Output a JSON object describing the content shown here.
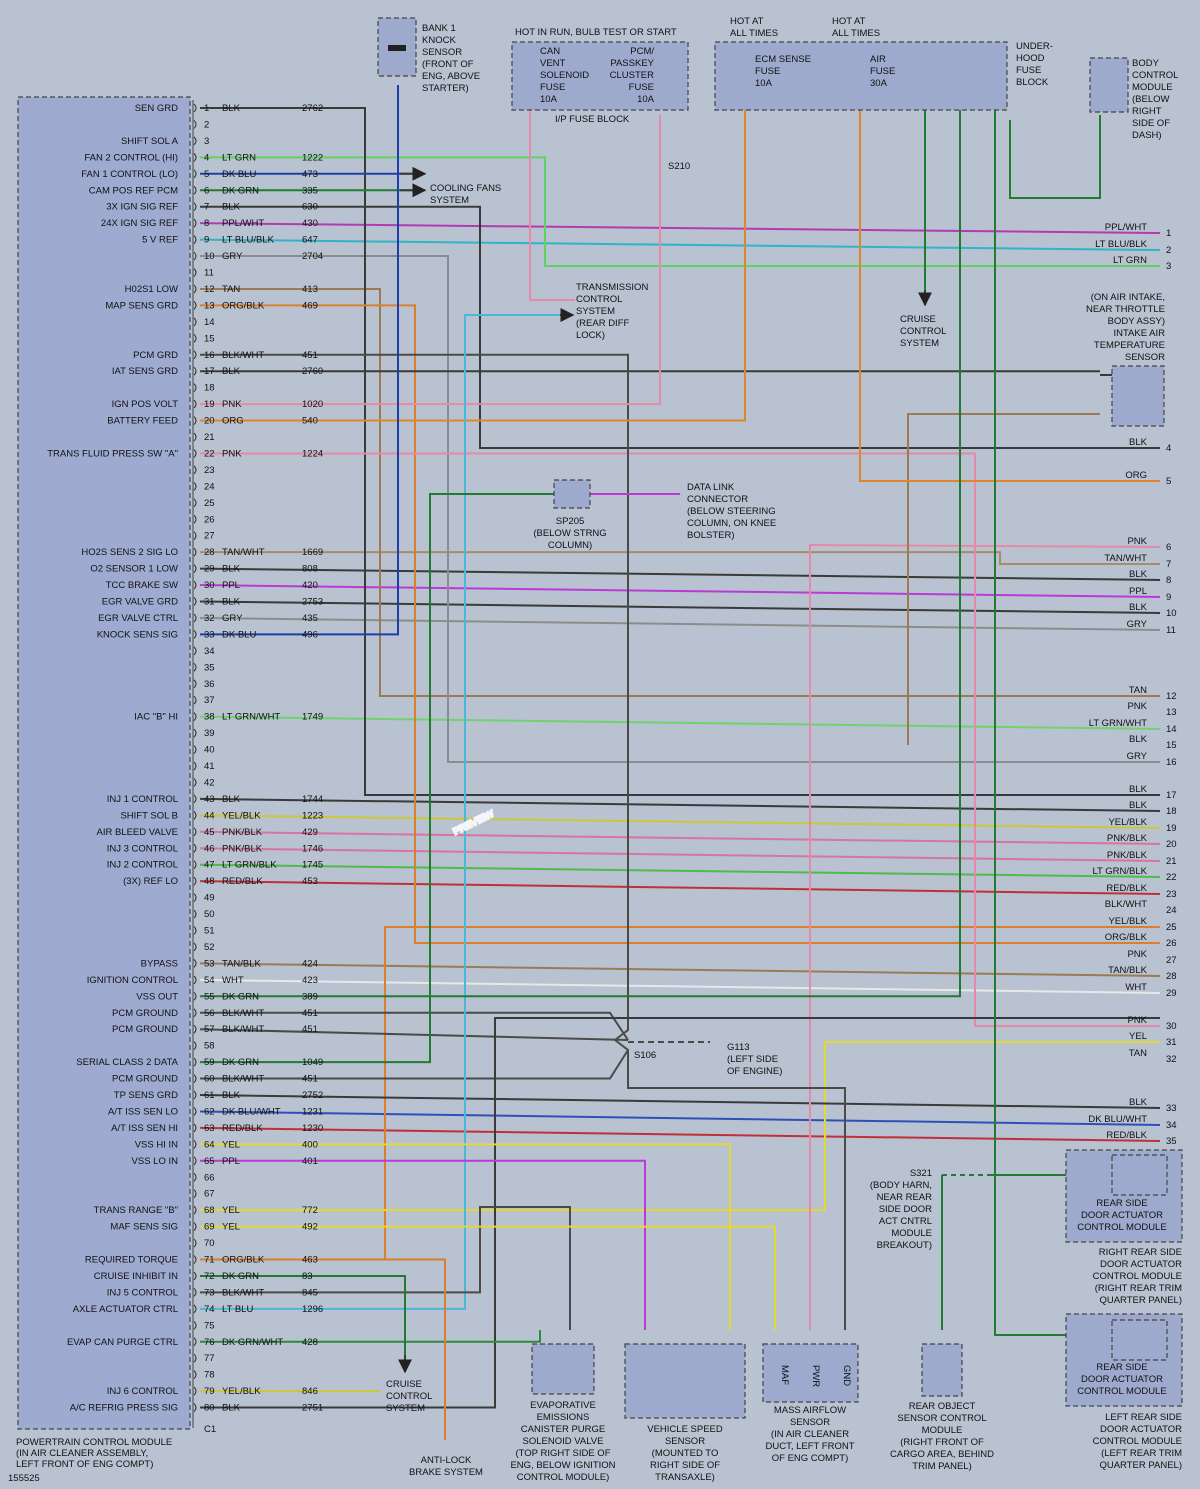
{
  "colors": {
    "BLK": "#3a3a3a",
    "LT GRN": "#5fd35f",
    "DK BLU": "#1f3fa8",
    "DK GRN": "#237a32",
    "PPL/WHT": "#b13bb1",
    "LT BLU/BLK": "#31b3c8",
    "GRY": "#8c8c8c",
    "TAN": "#9c7a54",
    "ORG/BLK": "#d97f2d",
    "BLK/WHT": "#4a4a4a",
    "PNK": "#e58aa9",
    "ORG": "#e0852a",
    "TAN/WHT": "#a78b6b",
    "PPL": "#b93bd6",
    "LT GRN/WHT": "#6fd36f",
    "YEL/BLK": "#cbc73a",
    "PNK/BLK": "#d874a0",
    "LT GRN/BLK": "#4cbc4c",
    "RED/BLK": "#c0303a",
    "TAN/BLK": "#9c7a54",
    "WHT": "#e8e8e8",
    "DK BLU/WHT": "#2f4fb8",
    "YEL": "#e2da32",
    "LT BLU": "#4ab8d8",
    "DK GRN/WHT": "#2e8a3e"
  },
  "pcm": {
    "title_lines": [
      "POWERTRAIN CONTROL MODULE",
      "(IN AIR CLEANER ASSEMBLY,",
      "LEFT FRONT OF ENG COMPT)"
    ],
    "connector": "C1",
    "doc_id": "155525",
    "pins": [
      {
        "n": "1",
        "label": "SEN GRD",
        "color": "BLK",
        "circ": "2762"
      },
      {
        "n": "2",
        "label": "",
        "color": "",
        "circ": ""
      },
      {
        "n": "3",
        "label": "SHIFT SOL A",
        "color": "",
        "circ": ""
      },
      {
        "n": "4",
        "label": "FAN 2 CONTROL (HI)",
        "color": "LT GRN",
        "circ": "1222"
      },
      {
        "n": "5",
        "label": "FAN 1 CONTROL (LO)",
        "color": "DK BLU",
        "circ": "473"
      },
      {
        "n": "6",
        "label": "CAM POS REF PCM",
        "color": "DK GRN",
        "circ": "335"
      },
      {
        "n": "7",
        "label": "3X IGN SIG REF",
        "color": "BLK",
        "circ": "630"
      },
      {
        "n": "8",
        "label": "24X IGN SIG REF",
        "color": "PPL/WHT",
        "circ": "430"
      },
      {
        "n": "9",
        "label": "5 V REF",
        "color": "LT BLU/BLK",
        "circ": "647"
      },
      {
        "n": "10",
        "label": "",
        "color": "GRY",
        "circ": "2704"
      },
      {
        "n": "11",
        "label": "",
        "color": "",
        "circ": ""
      },
      {
        "n": "12",
        "label": "H02S1 LOW",
        "color": "TAN",
        "circ": "413"
      },
      {
        "n": "13",
        "label": "MAP SENS GRD",
        "color": "ORG/BLK",
        "circ": "469"
      },
      {
        "n": "14",
        "label": "",
        "color": "",
        "circ": ""
      },
      {
        "n": "15",
        "label": "",
        "color": "",
        "circ": ""
      },
      {
        "n": "16",
        "label": "PCM GRD",
        "color": "BLK/WHT",
        "circ": "451"
      },
      {
        "n": "17",
        "label": "IAT SENS GRD",
        "color": "BLK",
        "circ": "2760"
      },
      {
        "n": "18",
        "label": "",
        "color": "",
        "circ": ""
      },
      {
        "n": "19",
        "label": "IGN POS VOLT",
        "color": "PNK",
        "circ": "1020"
      },
      {
        "n": "20",
        "label": "BATTERY FEED",
        "color": "ORG",
        "circ": "540"
      },
      {
        "n": "21",
        "label": "",
        "color": "",
        "circ": ""
      },
      {
        "n": "22",
        "label": "TRANS FLUID PRESS SW \"A\"",
        "color": "PNK",
        "circ": "1224"
      },
      {
        "n": "23",
        "label": "",
        "color": "",
        "circ": ""
      },
      {
        "n": "24",
        "label": "",
        "color": "",
        "circ": ""
      },
      {
        "n": "25",
        "label": "",
        "color": "",
        "circ": ""
      },
      {
        "n": "26",
        "label": "",
        "color": "",
        "circ": ""
      },
      {
        "n": "27",
        "label": "",
        "color": "",
        "circ": ""
      },
      {
        "n": "28",
        "label": "HO2S SENS 2 SIG LO",
        "color": "TAN/WHT",
        "circ": "1669"
      },
      {
        "n": "29",
        "label": "O2 SENSOR 1 LOW",
        "color": "BLK",
        "circ": "808"
      },
      {
        "n": "30",
        "label": "TCC BRAKE SW",
        "color": "PPL",
        "circ": "420"
      },
      {
        "n": "31",
        "label": "EGR VALVE GRD",
        "color": "BLK",
        "circ": "2753"
      },
      {
        "n": "32",
        "label": "EGR VALVE CTRL",
        "color": "GRY",
        "circ": "435"
      },
      {
        "n": "33",
        "label": "KNOCK SENS SIG",
        "color": "DK BLU",
        "circ": "496"
      },
      {
        "n": "34",
        "label": "",
        "color": "",
        "circ": ""
      },
      {
        "n": "35",
        "label": "",
        "color": "",
        "circ": ""
      },
      {
        "n": "36",
        "label": "",
        "color": "",
        "circ": ""
      },
      {
        "n": "37",
        "label": "",
        "color": "",
        "circ": ""
      },
      {
        "n": "38",
        "label": "IAC \"B\" HI",
        "color": "LT GRN/WHT",
        "circ": "1749"
      },
      {
        "n": "39",
        "label": "",
        "color": "",
        "circ": ""
      },
      {
        "n": "40",
        "label": "",
        "color": "",
        "circ": ""
      },
      {
        "n": "41",
        "label": "",
        "color": "",
        "circ": ""
      },
      {
        "n": "42",
        "label": "",
        "color": "",
        "circ": ""
      },
      {
        "n": "43",
        "label": "INJ 1 CONTROL",
        "color": "BLK",
        "circ": "1744"
      },
      {
        "n": "44",
        "label": "SHIFT SOL B",
        "color": "YEL/BLK",
        "circ": "1223"
      },
      {
        "n": "45",
        "label": "AIR BLEED VALVE",
        "color": "PNK/BLK",
        "circ": "429"
      },
      {
        "n": "46",
        "label": "INJ 3 CONTROL",
        "color": "PNK/BLK",
        "circ": "1746"
      },
      {
        "n": "47",
        "label": "INJ 2 CONTROL",
        "color": "LT GRN/BLK",
        "circ": "1745"
      },
      {
        "n": "48",
        "label": "(3X) REF LO",
        "color": "RED/BLK",
        "circ": "453"
      },
      {
        "n": "49",
        "label": "",
        "color": "",
        "circ": ""
      },
      {
        "n": "50",
        "label": "",
        "color": "",
        "circ": ""
      },
      {
        "n": "51",
        "label": "",
        "color": "",
        "circ": ""
      },
      {
        "n": "52",
        "label": "",
        "color": "",
        "circ": ""
      },
      {
        "n": "53",
        "label": "BYPASS",
        "color": "TAN/BLK",
        "circ": "424"
      },
      {
        "n": "54",
        "label": "IGNITION CONTROL",
        "color": "WHT",
        "circ": "423"
      },
      {
        "n": "55",
        "label": "VSS OUT",
        "color": "DK GRN",
        "circ": "389"
      },
      {
        "n": "56",
        "label": "PCM GROUND",
        "color": "BLK/WHT",
        "circ": "451"
      },
      {
        "n": "57",
        "label": "PCM GROUND",
        "color": "BLK/WHT",
        "circ": "451"
      },
      {
        "n": "58",
        "label": "",
        "color": "",
        "circ": ""
      },
      {
        "n": "59",
        "label": "SERIAL CLASS 2 DATA",
        "color": "DK GRN",
        "circ": "1049"
      },
      {
        "n": "60",
        "label": "PCM GROUND",
        "color": "BLK/WHT",
        "circ": "451"
      },
      {
        "n": "61",
        "label": "TP SENS GRD",
        "color": "BLK",
        "circ": "2752"
      },
      {
        "n": "62",
        "label": "A/T ISS SEN LO",
        "color": "DK BLU/WHT",
        "circ": "1231"
      },
      {
        "n": "63",
        "label": "A/T ISS SEN HI",
        "color": "RED/BLK",
        "circ": "1230"
      },
      {
        "n": "64",
        "label": "VSS HI IN",
        "color": "YEL",
        "circ": "400"
      },
      {
        "n": "65",
        "label": "VSS LO IN",
        "color": "PPL",
        "circ": "401"
      },
      {
        "n": "66",
        "label": "",
        "color": "",
        "circ": ""
      },
      {
        "n": "67",
        "label": "",
        "color": "",
        "circ": ""
      },
      {
        "n": "68",
        "label": "TRANS RANGE \"B\"",
        "color": "YEL",
        "circ": "772"
      },
      {
        "n": "69",
        "label": "MAF SENS SIG",
        "color": "YEL",
        "circ": "492"
      },
      {
        "n": "70",
        "label": "",
        "color": "",
        "circ": ""
      },
      {
        "n": "71",
        "label": "REQUIRED TORQUE",
        "color": "ORG/BLK",
        "circ": "463"
      },
      {
        "n": "72",
        "label": "CRUISE INHIBIT IN",
        "color": "DK GRN",
        "circ": "83"
      },
      {
        "n": "73",
        "label": "INJ 5 CONTROL",
        "color": "BLK/WHT",
        "circ": "845"
      },
      {
        "n": "74",
        "label": "AXLE ACTUATOR CTRL",
        "color": "LT BLU",
        "circ": "1296"
      },
      {
        "n": "75",
        "label": "",
        "color": "",
        "circ": ""
      },
      {
        "n": "76",
        "label": "EVAP CAN PURGE CTRL",
        "color": "DK GRN/WHT",
        "circ": "428"
      },
      {
        "n": "77",
        "label": "",
        "color": "",
        "circ": ""
      },
      {
        "n": "78",
        "label": "",
        "color": "",
        "circ": ""
      },
      {
        "n": "79",
        "label": "INJ 6 CONTROL",
        "color": "YEL/BLK",
        "circ": "846"
      },
      {
        "n": "80",
        "label": "A/C REFRIG PRESS SIG",
        "color": "BLK",
        "circ": "2751"
      }
    ]
  },
  "right_edge": [
    {
      "n": "1",
      "color": "PPL/WHT"
    },
    {
      "n": "2",
      "color": "LT BLU/BLK"
    },
    {
      "n": "3",
      "color": "LT GRN"
    },
    {
      "n": "4",
      "color": "BLK"
    },
    {
      "n": "5",
      "color": "ORG"
    },
    {
      "n": "6",
      "color": "PNK"
    },
    {
      "n": "7",
      "color": "TAN/WHT"
    },
    {
      "n": "8",
      "color": "BLK"
    },
    {
      "n": "9",
      "color": "PPL"
    },
    {
      "n": "10",
      "color": "BLK"
    },
    {
      "n": "11",
      "color": "GRY"
    },
    {
      "n": "12",
      "color": "TAN"
    },
    {
      "n": "13",
      "color": "PNK"
    },
    {
      "n": "14",
      "color": "LT GRN/WHT"
    },
    {
      "n": "15",
      "color": "BLK"
    },
    {
      "n": "16",
      "color": "GRY"
    },
    {
      "n": "17",
      "color": "BLK"
    },
    {
      "n": "18",
      "color": "BLK"
    },
    {
      "n": "19",
      "color": "YEL/BLK"
    },
    {
      "n": "20",
      "color": "PNK/BLK"
    },
    {
      "n": "21",
      "color": "PNK/BLK"
    },
    {
      "n": "22",
      "color": "LT GRN/BLK"
    },
    {
      "n": "23",
      "color": "RED/BLK"
    },
    {
      "n": "24",
      "color": "BLK/WHT"
    },
    {
      "n": "25",
      "color": "YEL/BLK"
    },
    {
      "n": "26",
      "color": "ORG/BLK"
    },
    {
      "n": "27",
      "color": "PNK"
    },
    {
      "n": "28",
      "color": "TAN/BLK"
    },
    {
      "n": "29",
      "color": "WHT"
    },
    {
      "n": "30",
      "color": "PNK"
    },
    {
      "n": "31",
      "color": "YEL"
    },
    {
      "n": "32",
      "color": "TAN"
    },
    {
      "n": "33",
      "color": "BLK"
    },
    {
      "n": "34",
      "color": "DK BLU/WHT"
    },
    {
      "n": "35",
      "color": "RED/BLK"
    }
  ],
  "top": {
    "knock_sensor": [
      "BANK 1",
      "KNOCK",
      "SENSOR",
      "(FRONT OF",
      "ENG, ABOVE",
      "STARTER)"
    ],
    "ip_fuse_header": "HOT IN RUN, BULB TEST OR START",
    "can_vent_fuse": [
      "CAN",
      "VENT",
      "SOLENOID",
      "FUSE",
      "10A"
    ],
    "pcm_fuse": [
      "PCM/",
      "PASSKEY",
      "CLUSTER",
      "FUSE",
      "10A"
    ],
    "ip_fuse_block": "I/P FUSE BLOCK",
    "hot_at_all_times": [
      "HOT AT",
      "ALL TIMES"
    ],
    "ecm_fuse": [
      "ECM SENSE",
      "FUSE",
      "10A"
    ],
    "air_fuse": [
      "AIR",
      "FUSE",
      "30A"
    ],
    "underhood": [
      "UNDER-",
      "HOOD",
      "FUSE",
      "BLOCK"
    ],
    "bcm": [
      "BODY",
      "CONTROL",
      "MODULE",
      "(BELOW",
      "RIGHT",
      "SIDE OF",
      "DASH)"
    ],
    "s210": "S210",
    "cooling_fans": [
      "COOLING FANS",
      "SYSTEM"
    ],
    "tcs": [
      "TRANSMISSION",
      "CONTROL",
      "SYSTEM",
      "(REAR DIFF",
      "LOCK)"
    ],
    "cruise1": [
      "CRUISE",
      "CONTROL",
      "SYSTEM"
    ],
    "iat": [
      "(ON AIR INTAKE,",
      "NEAR THROTTLE",
      "BODY ASSY)",
      "INTAKE AIR",
      "TEMPERATURE",
      "SENSOR"
    ],
    "sp205": [
      "SP205",
      "(BELOW STRNG",
      "COLUMN)"
    ],
    "dlc": [
      "DATA LINK",
      "CONNECTOR",
      "(BELOW STEERING",
      "COLUMN, ON KNEE",
      "BOLSTER)"
    ],
    "s106": "S106",
    "g113": [
      "G113",
      "(LEFT SIDE",
      "OF ENGINE)"
    ]
  },
  "bottom": {
    "evap": [
      "EVAPORATIVE",
      "EMISSIONS",
      "CANISTER PURGE",
      "SOLENOID VALVE",
      "(TOP RIGHT SIDE OF",
      "ENG, BELOW IGNITION",
      "CONTROL MODULE)"
    ],
    "vss": [
      "VEHICLE SPEED",
      "SENSOR",
      "(MOUNTED TO",
      "RIGHT SIDE OF",
      "TRANSAXLE)"
    ],
    "maf": [
      "MASS AIRFLOW",
      "SENSOR",
      "(IN AIR CLEANER",
      "DUCT, LEFT FRONT",
      "OF ENG COMPT)"
    ],
    "maf_pins": [
      "MAF",
      "PWR",
      "GND"
    ],
    "rosm": [
      "REAR OBJECT",
      "SENSOR CONTROL",
      "MODULE",
      "(RIGHT FRONT OF",
      "CARGO AREA, BEHIND",
      "TRIM PANEL)"
    ],
    "s321": [
      "S321",
      "(BODY HARN,",
      "NEAR REAR",
      "SIDE DOOR",
      "ACT CNTRL",
      "MODULE",
      "BREAKOUT)"
    ],
    "rr_door_inner": [
      "REAR SIDE",
      "DOOR ACTUATOR",
      "CONTROL MODULE"
    ],
    "rr_door": [
      "RIGHT REAR SIDE",
      "DOOR ACTUATOR",
      "CONTROL MODULE",
      "(RIGHT REAR TRIM",
      "QUARTER PANEL)"
    ],
    "lr_door_inner": [
      "REAR SIDE",
      "DOOR ACTUATOR",
      "CONTROL MODULE"
    ],
    "lr_door": [
      "LEFT REAR SIDE",
      "DOOR ACTUATOR",
      "CONTROL MODULE",
      "(LEFT REAR TRIM",
      "QUARTER PANEL)"
    ],
    "cruise2": [
      "CRUISE",
      "CONTROL",
      "SYSTEM"
    ],
    "abs": [
      "ANTI-LOCK",
      "BRAKE SYSTEM"
    ]
  },
  "watermark": "PREVIEW"
}
